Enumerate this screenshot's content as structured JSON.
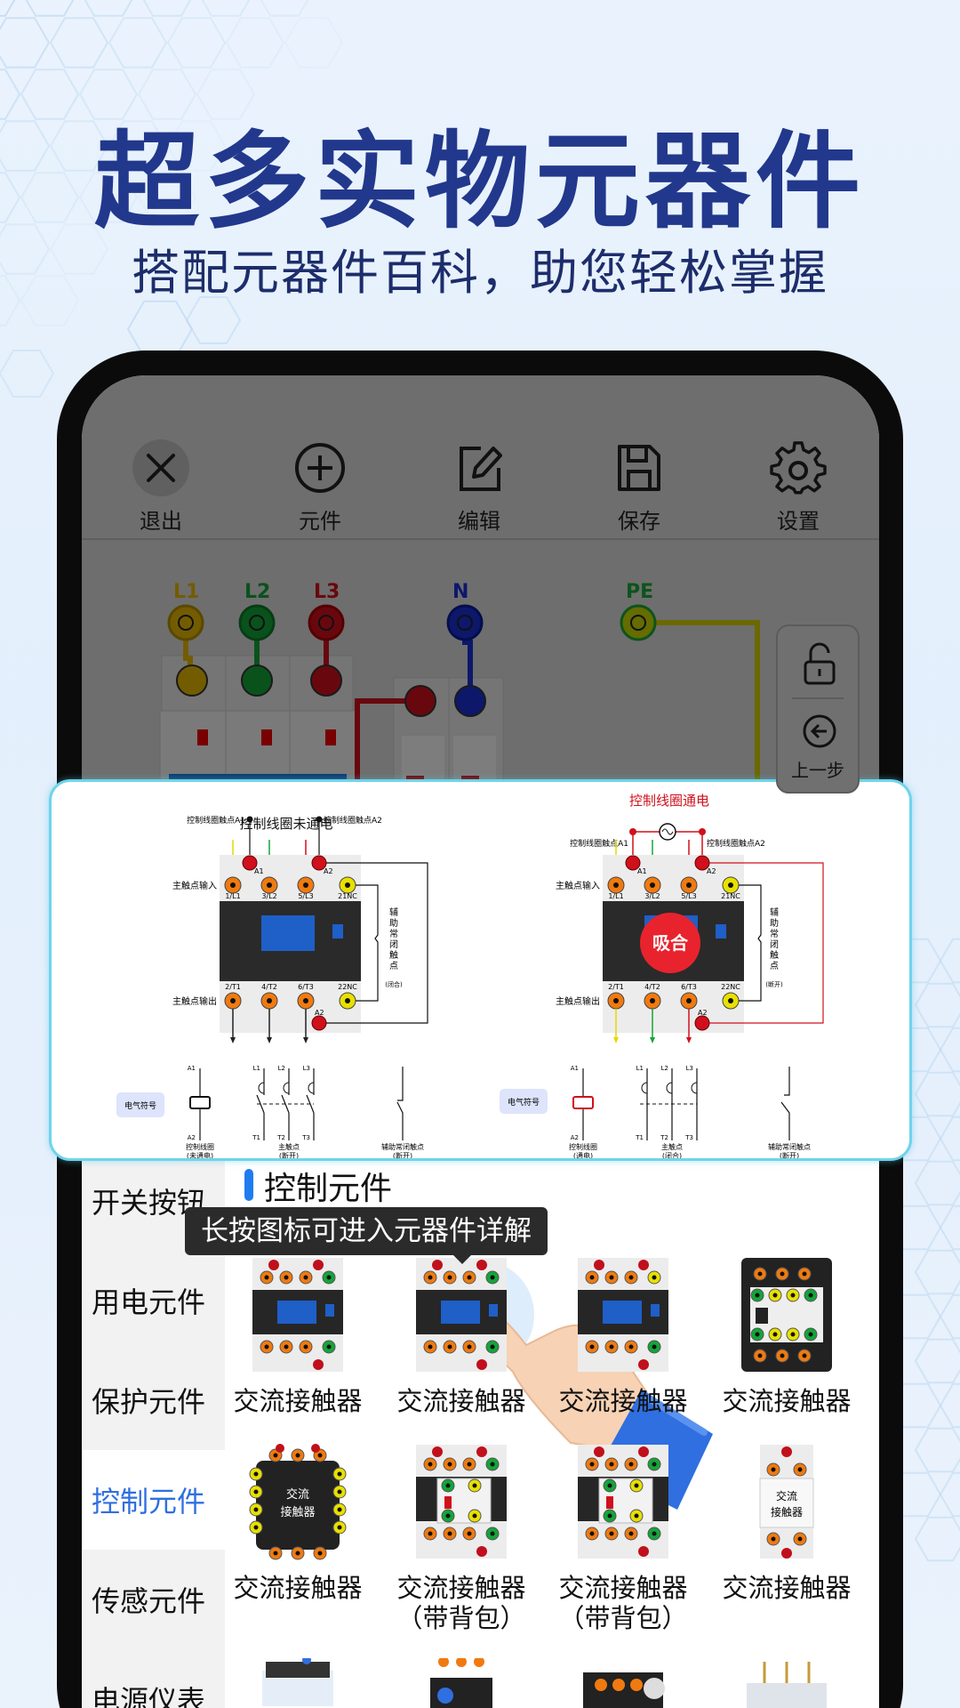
{
  "promo": {
    "title": "超多实物元器件",
    "subtitle": "搭配元器件百科，助您轻松掌握"
  },
  "toolbar": {
    "items": [
      {
        "label": "退出",
        "icon": "close-icon"
      },
      {
        "label": "元件",
        "icon": "plus-circle-icon"
      },
      {
        "label": "编辑",
        "icon": "edit-icon"
      },
      {
        "label": "保存",
        "icon": "save-icon"
      },
      {
        "label": "设置",
        "icon": "gear-icon"
      }
    ]
  },
  "canvas": {
    "terminals": [
      "L1",
      "L2",
      "L3",
      "N",
      "PE"
    ],
    "side_panel": {
      "lock_icon": "unlock-icon",
      "undo_label": "上一步"
    }
  },
  "diagram": {
    "left": {
      "title": "控制线圈未通电",
      "a1_label": "控制线圈触点A1",
      "a2_label": "控制线圈触点A2",
      "input_label": "主触点输入",
      "output_label": "主触点输出",
      "top_terminals": [
        "1/L1",
        "3/L2",
        "5/L3",
        "21NC"
      ],
      "bottom_terminals": [
        "2/T1",
        "4/T2",
        "6/T3",
        "22NC"
      ],
      "a1": "A1",
      "a2": "A2",
      "aux_label": "辅助常闭触点",
      "aux_state": "(闭合)",
      "symbol_badge": "电气符号",
      "coil_caption": "控制线圈",
      "coil_state": "(未通电)",
      "main_caption": "主触点",
      "main_state": "(断开)",
      "aux_caption": "辅助常闭触点",
      "aux_caption_state": "(断开)",
      "sym_top": [
        "L1",
        "L2",
        "L3"
      ],
      "sym_bottom": [
        "T1",
        "T2",
        "T3"
      ]
    },
    "right": {
      "title": "控制线圈通电",
      "a1_label": "控制线圈触点A1",
      "a2_label": "控制线圈触点A2",
      "input_label": "主触点输入",
      "output_label": "主触点输出",
      "top_terminals": [
        "1/L1",
        "3/L2",
        "5/L3",
        "21NC"
      ],
      "bottom_terminals": [
        "2/T1",
        "4/T2",
        "6/T3",
        "22NC"
      ],
      "a1": "A1",
      "a2": "A2",
      "aux_label": "辅助常闭触点",
      "aux_state": "(断开)",
      "badge": "吸合",
      "symbol_badge": "电气符号",
      "coil_caption": "控制线圈",
      "coil_state": "(通电)",
      "main_caption": "主触点",
      "main_state": "(闭合)",
      "aux_caption": "辅助常闭触点",
      "aux_caption_state": "(断开)",
      "sym_top": [
        "L1",
        "L2",
        "L3"
      ],
      "sym_bottom": [
        "T1",
        "T2",
        "T3"
      ]
    }
  },
  "sidebar": {
    "items": [
      {
        "label": "开关按钮",
        "active": false
      },
      {
        "label": "用电元件",
        "active": false
      },
      {
        "label": "保护元件",
        "active": false
      },
      {
        "label": "控制元件",
        "active": true
      },
      {
        "label": "传感元件",
        "active": false
      },
      {
        "label": "电源仪表",
        "active": false
      }
    ]
  },
  "section": {
    "title": "控制元件"
  },
  "tooltip": "长按图标可进入元器件详解",
  "components": [
    {
      "name": "交流接触器",
      "sub": "",
      "variant": "std"
    },
    {
      "name": "交流接触器",
      "sub": "",
      "variant": "std"
    },
    {
      "name": "交流接触器",
      "sub": "",
      "variant": "std-aux"
    },
    {
      "name": "交流接触器",
      "sub": "",
      "variant": "box"
    },
    {
      "name": "交流接触器",
      "sub": "",
      "variant": "square",
      "icon_text": "交流接触器"
    },
    {
      "name": "交流接触器",
      "sub": "（带背包）",
      "variant": "pack"
    },
    {
      "name": "交流接触器",
      "sub": "（带背包）",
      "variant": "pack"
    },
    {
      "name": "交流接触器",
      "sub": "",
      "variant": "slim",
      "icon_text": "交流接触器"
    }
  ],
  "colors": {
    "title": "#22388c",
    "accent": "#2f6fe0",
    "card_border": "#6fd4ea",
    "L1": "#e6b800",
    "L2": "#13a538",
    "L3": "#d0101c",
    "N": "#1a2fd6",
    "PE": "#18a838",
    "badge": "#e8232e"
  }
}
